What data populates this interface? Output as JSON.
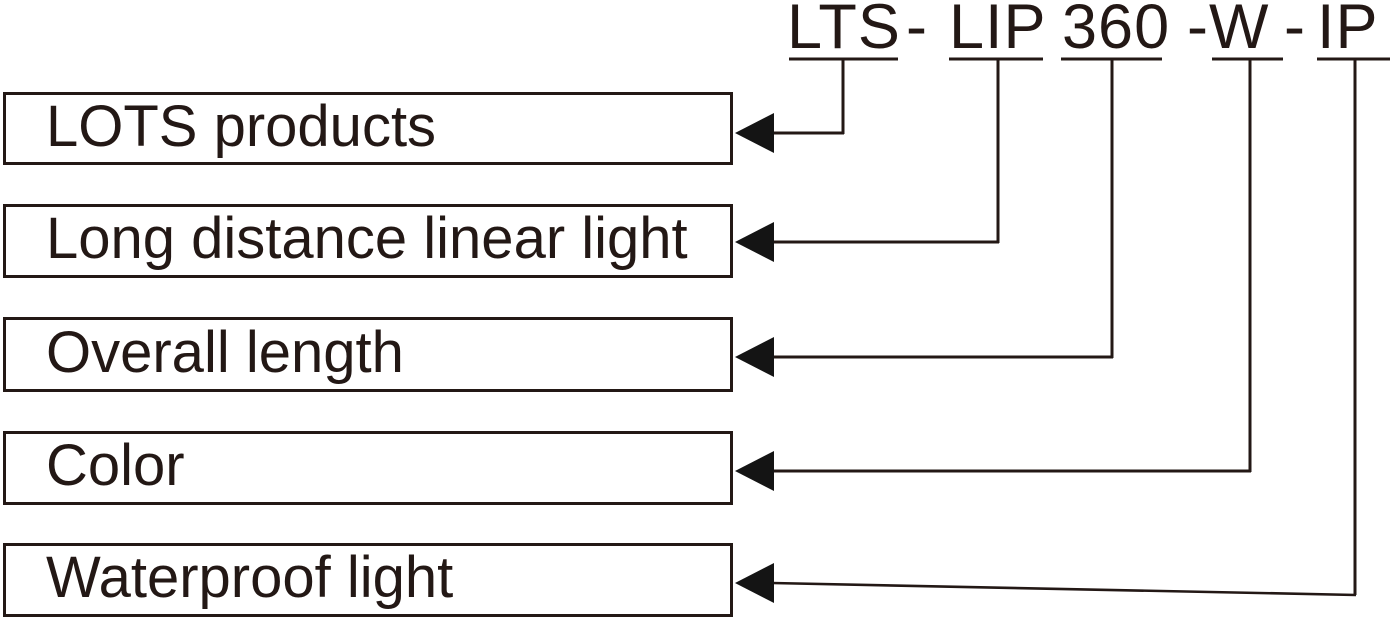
{
  "title_code": {
    "product": "LTS",
    "separator1": "-",
    "series": "LIP",
    "length": "360",
    "color": "-W",
    "separator2": "-",
    "waterproof": "IP"
  },
  "legend_boxes": {
    "products": "LOTS products",
    "linear_light": "Long distance linear light",
    "overall_length": "Overall length",
    "color": "Color",
    "waterproof": "Waterproof light"
  },
  "colors": {
    "ink": "#231815",
    "background": "#ffffff"
  }
}
